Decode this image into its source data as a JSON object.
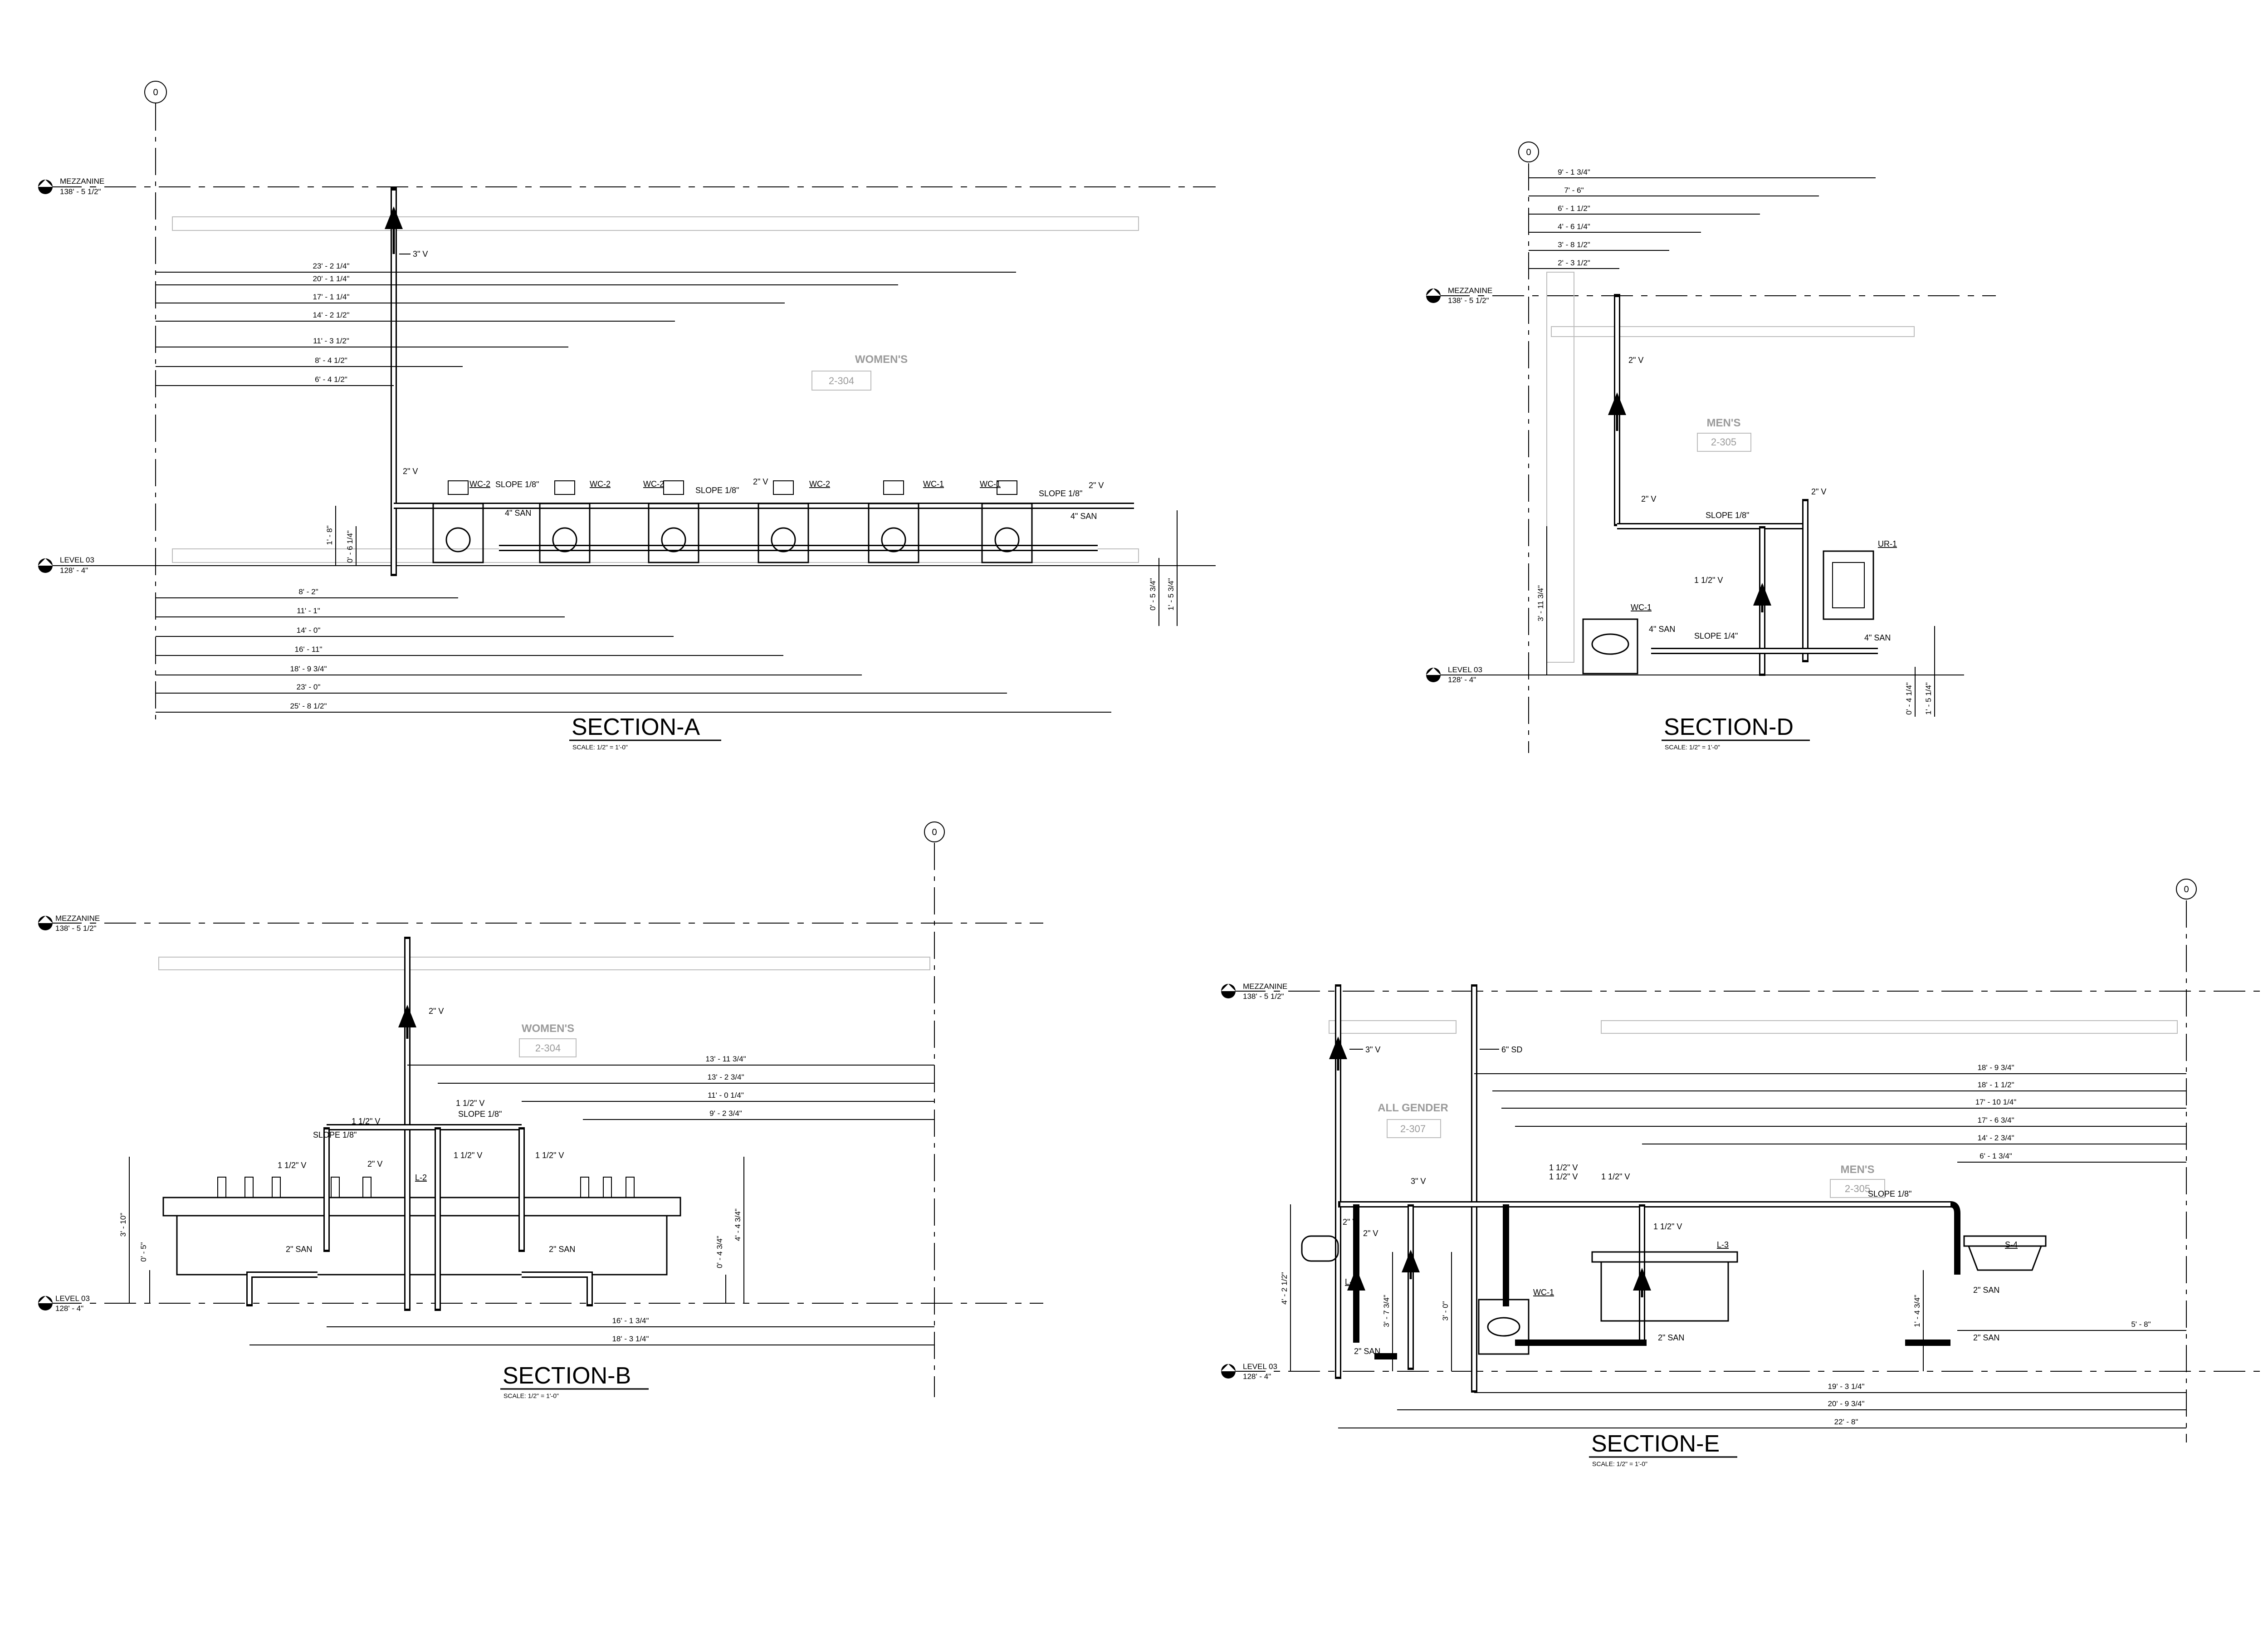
{
  "sections": {
    "a": {
      "title": "SECTION-A",
      "scale": "SCALE:  1/2\" = 1'-0\"",
      "room_name": "WOMEN'S",
      "room_number": "2-304",
      "grid_bubble": "0",
      "levels": {
        "mezz_name": "MEZZANINE",
        "mezz_elev": "138' - 5 1/2\"",
        "floor_name": "LEVEL 03",
        "floor_elev": "128' - 4\""
      },
      "dims_top": [
        "23' - 2 1/4\"",
        "20' - 1 1/4\"",
        "17' - 1 1/4\"",
        "14' - 2 1/2\"",
        "11' - 3 1/2\"",
        "8' - 4 1/2\"",
        "6' - 4 1/2\""
      ],
      "dims_bottom": [
        "8' - 2\"",
        "11' - 1\"",
        "14' - 0\"",
        "16' - 11\"",
        "18' - 9 3/4\"",
        "23' - 0\"",
        "25' - 8 1/2\""
      ],
      "fixtures": [
        "WC-2",
        "WC-2",
        "WC-2",
        "WC-2",
        "WC-1",
        "WC-1"
      ],
      "vent_main": "3\" V",
      "vent_branch_1": "2\" V",
      "vent_branch_2": "2\" V",
      "vent_branch_3": "2\" V",
      "slope_1": "SLOPE 1/8\"",
      "slope_2": "SLOPE 1/8\"",
      "slope_3": "SLOPE 1/8\"",
      "san_1": "4\" SAN",
      "san_2": "4\" SAN",
      "height_1": "1' - 8\"",
      "height_2": "0' - 6 1/4\"",
      "height_3": "0' - 5 3/4\"",
      "height_4": "1' - 5 3/4\""
    },
    "b": {
      "title": "SECTION-B",
      "scale": "SCALE:  1/2\" = 1'-0\"",
      "room_name": "WOMEN'S",
      "room_number": "2-304",
      "grid_bubble": "0",
      "levels": {
        "mezz_name": "MEZZANINE",
        "mezz_elev": "138' - 5 1/2\"",
        "floor_name": "LEVEL 03",
        "floor_elev": "128' - 4\""
      },
      "dims_top": [
        "13' - 11 3/4\"",
        "13' - 2 3/4\"",
        "11' - 0 1/4\"",
        "9' - 2 3/4\""
      ],
      "dims_bottom": [
        "16' - 1 3/4\"",
        "18' - 3 1/4\""
      ],
      "fixture": "L-2",
      "vent_main": "2\" V",
      "vent_a": "1 1/2\" V",
      "vent_b": "1 1/2\" V",
      "vent_c": "1 1/2\" V",
      "vent_d": "1 1/2\" V",
      "vent_e": "1 1/2\" V",
      "vent_f": "2\" V",
      "slope_1": "SLOPE 1/8\"",
      "slope_2": "SLOPE 1/8\"",
      "san_1": "2\" SAN",
      "san_2": "2\" SAN",
      "height_1": "3' - 10\"",
      "height_2": "0' - 5\"",
      "height_3": "0' - 4 3/4\"",
      "height_4": "4' - 4 3/4\""
    },
    "d": {
      "title": "SECTION-D",
      "scale": "SCALE:  1/2\" = 1'-0\"",
      "room_name": "MEN'S",
      "room_number": "2-305",
      "grid_bubble": "0",
      "levels": {
        "mezz_name": "MEZZANINE",
        "mezz_elev": "138' - 5 1/2\"",
        "floor_name": "LEVEL 03",
        "floor_elev": "128' - 4\""
      },
      "dims_top": [
        "9' - 1 3/4\"",
        "7' - 6\"",
        "6' - 1 1/2\"",
        "4' - 6 1/4\"",
        "3' - 8 1/2\"",
        "2' - 3 1/2\""
      ],
      "fixture_wc": "WC-1",
      "fixture_ur": "UR-1",
      "vent_main": "2\" V",
      "vent_b": "2\" V",
      "vent_c": "2\" V",
      "vent_d": "1 1/2\" V",
      "slope_1": "SLOPE 1/8\"",
      "slope_2": "SLOPE 1/4\"",
      "san_1": "4\" SAN",
      "san_2": "4\" SAN",
      "height_1": "3' - 11 3/4\"",
      "height_2": "0' - 4 1/4\"",
      "height_3": "1' - 5 1/4\""
    },
    "e": {
      "title": "SECTION-E",
      "scale": "SCALE:  1/2\" = 1'-0\"",
      "room_name_1": "ALL GENDER",
      "room_number_1": "2-307",
      "room_name_2": "MEN'S",
      "room_number_2": "2-305",
      "grid_bubble": "0",
      "levels": {
        "mezz_name": "MEZZANINE",
        "mezz_elev": "138' - 5 1/2\"",
        "floor_name": "LEVEL 03",
        "floor_elev": "128' - 4\""
      },
      "dims_top": [
        "18' - 9 3/4\"",
        "18' - 1 1/2\"",
        "17' - 10 1/4\"",
        "17' - 6 3/4\"",
        "14' - 2 3/4\"",
        "6' - 1 3/4\""
      ],
      "dims_bottom": [
        "19' - 3 1/4\"",
        "20' - 9 3/4\"",
        "22' - 8\""
      ],
      "fixtures": {
        "l4": "L-4",
        "wc": "WC-1",
        "l3": "L-3",
        "s4": "S-4"
      },
      "vent_1": "3\" V",
      "sd": "6\" SD",
      "vent_2": "3\" V",
      "vent_3": "1 1/2\" V",
      "vent_4": "1 1/2\" V",
      "vent_5": "1 1/2\" V",
      "vent_6": "2\" V",
      "vent_7": "2\" V",
      "vent_8": "1 1/2\" V",
      "slope_1": "SLOPE 1/8\"",
      "san_1": "2\" SAN",
      "san_2": "2\" SAN",
      "san_3": "2\" SAN",
      "san_4": "2\" SAN",
      "height_1": "4' - 2 1/2\"",
      "height_2": "3' - 7 3/4\"",
      "height_3": "3' - 0\"",
      "height_4": "1' - 4 3/4\"",
      "right_dim": "5' - 8\""
    }
  }
}
